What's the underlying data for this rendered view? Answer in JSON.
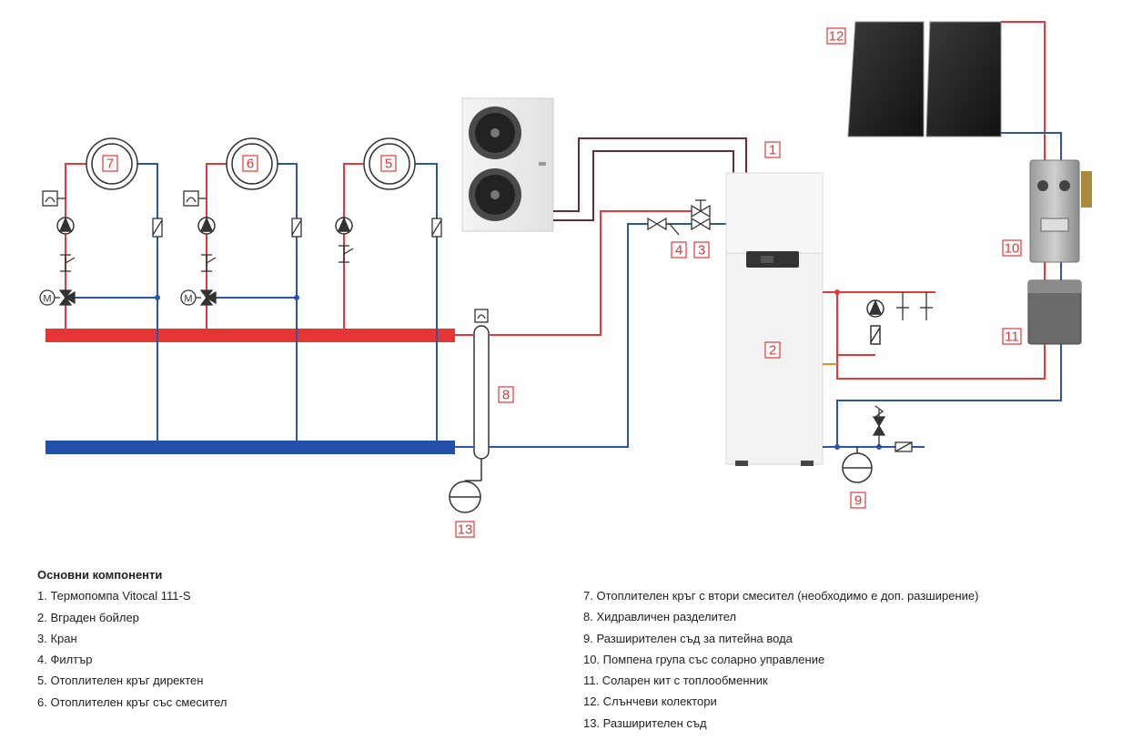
{
  "diagram": {
    "markers": [
      "1",
      "2",
      "3",
      "4",
      "5",
      "6",
      "7",
      "8",
      "9",
      "10",
      "11",
      "12",
      "13"
    ],
    "colors": {
      "hot": "#e23a3a",
      "cold": "#2a55a8",
      "primary": "#6b2a3a",
      "orange": "#e8882a",
      "outline": "#333333"
    },
    "motor_label": "M"
  },
  "legend": {
    "title": "Основни компоненти",
    "left_items": [
      "1. Термопомпа Vitocal 111-S",
      "2. Вграден бойлер",
      "3. Кран",
      "4. Филтър",
      "5. Отоплителен кръг директен",
      "6. Отоплителен кръг със смесител"
    ],
    "right_items": [
      "7. Отоплителен кръг с втори смесител (необходимо е доп. разширение)",
      "8. Хидравличен разделител",
      "9. Разширителен съд за питейна вода",
      "10. Помпена група със соларно управление",
      "11. Соларен кит с топлообменник",
      "12. Слънчеви колектори",
      "13. Разширителен съд"
    ]
  }
}
